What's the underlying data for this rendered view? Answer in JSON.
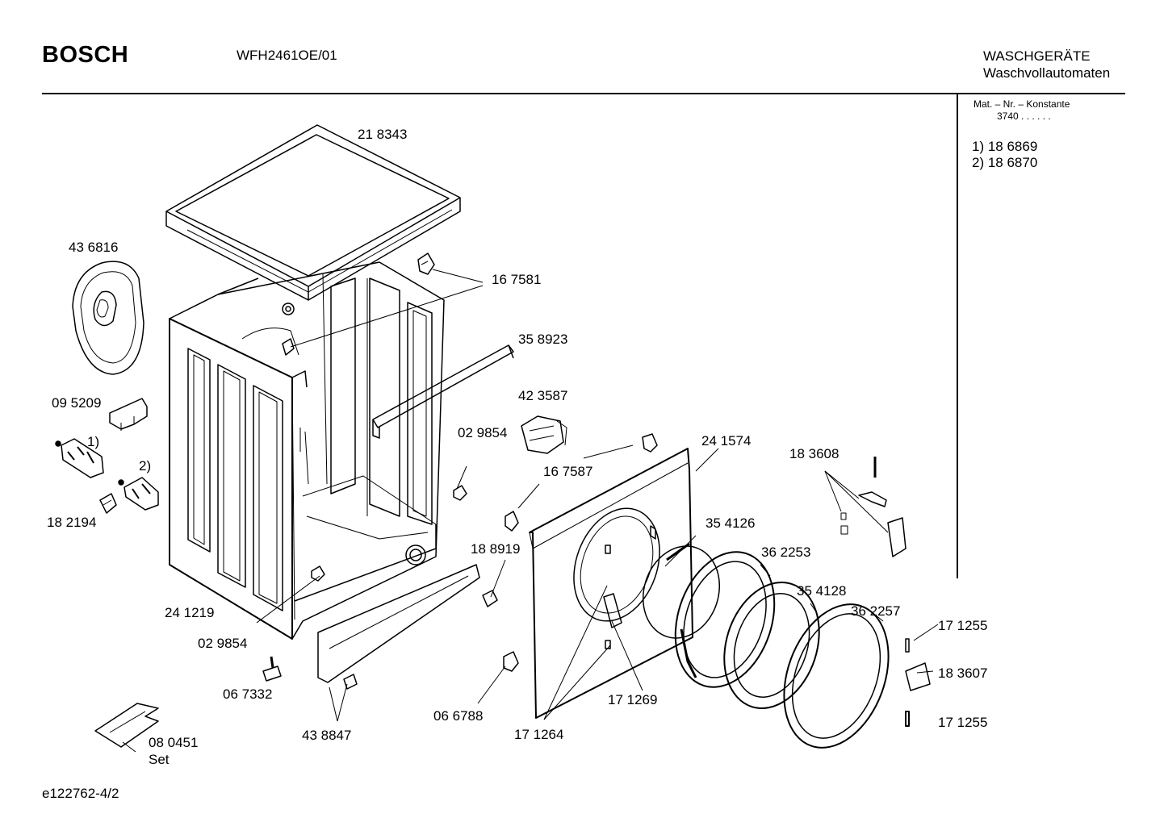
{
  "header": {
    "brand": "BOSCH",
    "model": "WFH2461OE/01",
    "category_line1": "WASCHGERÄTE",
    "category_line2": "Waschvollautomaten"
  },
  "side_panel": {
    "mat_label": "Mat. – Nr. – Konstante",
    "mat_value": "3740 .  .  .  .  .  .",
    "variant1": "1) 18 6869",
    "variant2": "2) 18 6870"
  },
  "parts": {
    "p218343": "21 8343",
    "p436816": "43 6816",
    "p167581": "16 7581",
    "p358923": "35 8923",
    "p095209": "09 5209",
    "p423587": "42 3587",
    "p029854a": "02 9854",
    "p241574": "24 1574",
    "p183608": "18 3608",
    "p167587": "16 7587",
    "m1": "1)",
    "m2": "2)",
    "p182194": "18 2194",
    "p354126": "35 4126",
    "p188919": "18 8919",
    "p362253": "36 2253",
    "p354128": "35 4128",
    "p362257": "36 2257",
    "p241219": "24 1219",
    "p171255a": "17 1255",
    "p029854b": "02 9854",
    "p183607": "18 3607",
    "p067332": "06 7332",
    "p171269": "17 1269",
    "p066788": "06 6788",
    "p171255b": "17 1255",
    "p080451": "08 0451",
    "set": "Set",
    "p438847": "43 8847",
    "p171264": "17 1264"
  },
  "footer": {
    "drawing_id": "e122762-4/2"
  }
}
